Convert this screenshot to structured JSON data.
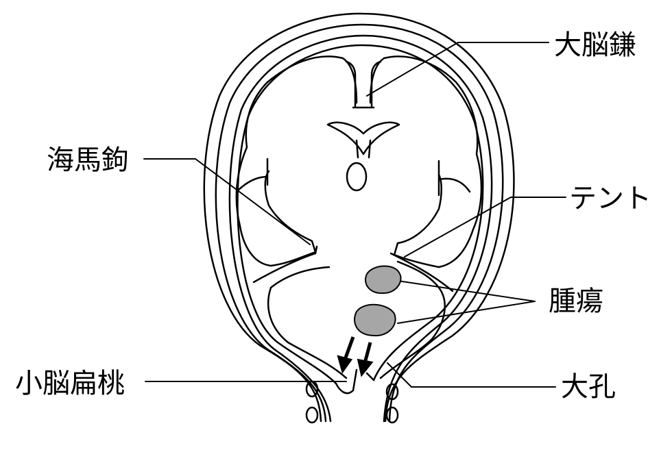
{
  "labels": {
    "falx": "大脳鎌",
    "uncus": "海馬鉤",
    "tentorium": "テント",
    "tumor": "腫瘍",
    "tonsil": "小脳扁桃",
    "foramen": "大孔"
  },
  "colors": {
    "stroke": "#000000",
    "tumor_fill": "#a6a6a6"
  }
}
